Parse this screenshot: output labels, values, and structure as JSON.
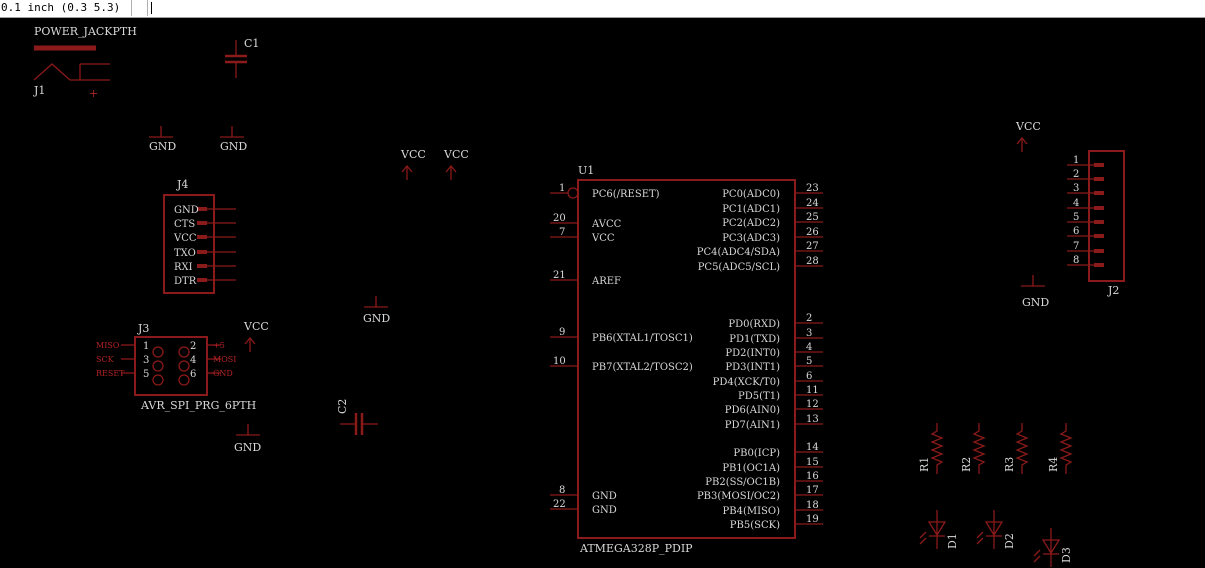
{
  "toolbar": {
    "coordinates": "0.1 inch (0.3 5.3)",
    "command_value": ""
  },
  "colors": {
    "background": "#000000",
    "wire": "#8b1a1a",
    "text": "#d8d8d8"
  },
  "schematic": {
    "j1": {
      "name": "J1",
      "value": "POWER_JACKPTH",
      "plus": "+"
    },
    "c1": {
      "name": "C1"
    },
    "c2": {
      "name": "C2"
    },
    "gnd_label": "GND",
    "vcc_label": "VCC",
    "j4": {
      "name": "J4",
      "pins": [
        "GND",
        "CTS",
        "VCC",
        "TXO",
        "RXI",
        "DTR"
      ]
    },
    "j3": {
      "name": "J3",
      "value": "AVR_SPI_PRG_6PTH",
      "left_signals": [
        "MISO",
        "SCK",
        "RESET"
      ],
      "left_numbers": [
        "1",
        "3",
        "5"
      ],
      "right_numbers": [
        "2",
        "4",
        "6"
      ],
      "right_signals": [
        "+5",
        "MOSI",
        "GND"
      ]
    },
    "u1": {
      "name": "U1",
      "value": "ATMEGA328P_PDIP",
      "left_pins": [
        {
          "num": "1",
          "label": "PC6(/RESET)"
        },
        {
          "num": "20",
          "label": "AVCC"
        },
        {
          "num": "7",
          "label": "VCC"
        },
        {
          "num": "21",
          "label": "AREF"
        },
        {
          "num": "9",
          "label": "PB6(XTAL1/TOSC1)"
        },
        {
          "num": "10",
          "label": "PB7(XTAL2/TOSC2)"
        },
        {
          "num": "8",
          "label": "GND"
        },
        {
          "num": "22",
          "label": "GND"
        }
      ],
      "right_pins": [
        {
          "num": "23",
          "label": "PC0(ADC0)"
        },
        {
          "num": "24",
          "label": "PC1(ADC1)"
        },
        {
          "num": "25",
          "label": "PC2(ADC2)"
        },
        {
          "num": "26",
          "label": "PC3(ADC3)"
        },
        {
          "num": "27",
          "label": "PC4(ADC4/SDA)"
        },
        {
          "num": "28",
          "label": "PC5(ADC5/SCL)"
        },
        {
          "num": "2",
          "label": "PD0(RXD)"
        },
        {
          "num": "3",
          "label": "PD1(TXD)"
        },
        {
          "num": "4",
          "label": "PD2(INT0)"
        },
        {
          "num": "5",
          "label": "PD3(INT1)"
        },
        {
          "num": "6",
          "label": "PD4(XCK/T0)"
        },
        {
          "num": "11",
          "label": "PD5(T1)"
        },
        {
          "num": "12",
          "label": "PD6(AIN0)"
        },
        {
          "num": "13",
          "label": "PD7(AIN1)"
        },
        {
          "num": "14",
          "label": "PB0(ICP)"
        },
        {
          "num": "15",
          "label": "PB1(OC1A)"
        },
        {
          "num": "16",
          "label": "PB2(SS/OC1B)"
        },
        {
          "num": "17",
          "label": "PB3(MOSI/OC2)"
        },
        {
          "num": "18",
          "label": "PB4(MISO)"
        },
        {
          "num": "19",
          "label": "PB5(SCK)"
        }
      ]
    },
    "j2": {
      "name": "J2",
      "pins": [
        "1",
        "2",
        "3",
        "4",
        "5",
        "6",
        "7",
        "8"
      ]
    },
    "resistors": [
      "R1",
      "R2",
      "R3",
      "R4"
    ],
    "leds": [
      "D1",
      "D2",
      "D3"
    ]
  }
}
